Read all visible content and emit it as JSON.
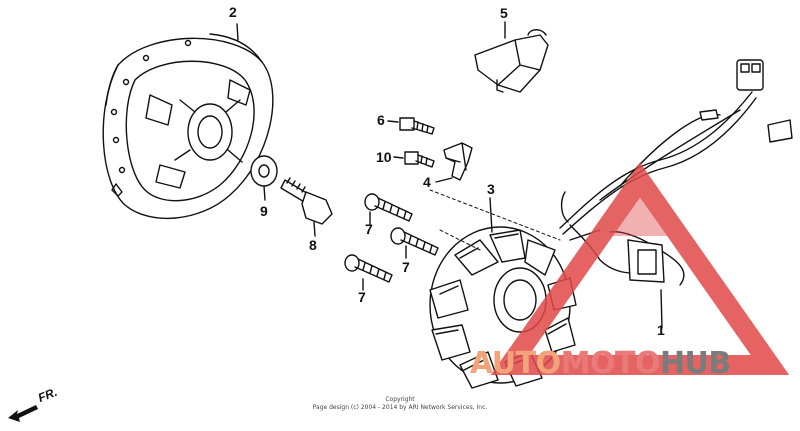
{
  "callouts": [
    {
      "id": "2",
      "label": "2"
    },
    {
      "id": "5",
      "label": "5"
    },
    {
      "id": "6",
      "label": "6"
    },
    {
      "id": "10",
      "label": "10"
    },
    {
      "id": "4",
      "label": "4"
    },
    {
      "id": "3",
      "label": "3"
    },
    {
      "id": "9",
      "label": "9"
    },
    {
      "id": "8",
      "label": "8"
    },
    {
      "id": "7a",
      "label": "7"
    },
    {
      "id": "7b",
      "label": "7"
    },
    {
      "id": "7c",
      "label": "7"
    },
    {
      "id": "1",
      "label": "1"
    }
  ],
  "direction": {
    "label": "FR."
  },
  "copyright": {
    "line1": "Copyright",
    "line2": "Page design (c) 2004 - 2014 by ARI Network Services, Inc."
  },
  "watermark": {
    "part1": "AUTO",
    "part2": "MOTO",
    "part3": "HUB",
    "colors": {
      "auto": "#f2a37a",
      "moto": "#e87a7a",
      "hub": "#7b7b7b",
      "triangle": "#e04848"
    }
  }
}
